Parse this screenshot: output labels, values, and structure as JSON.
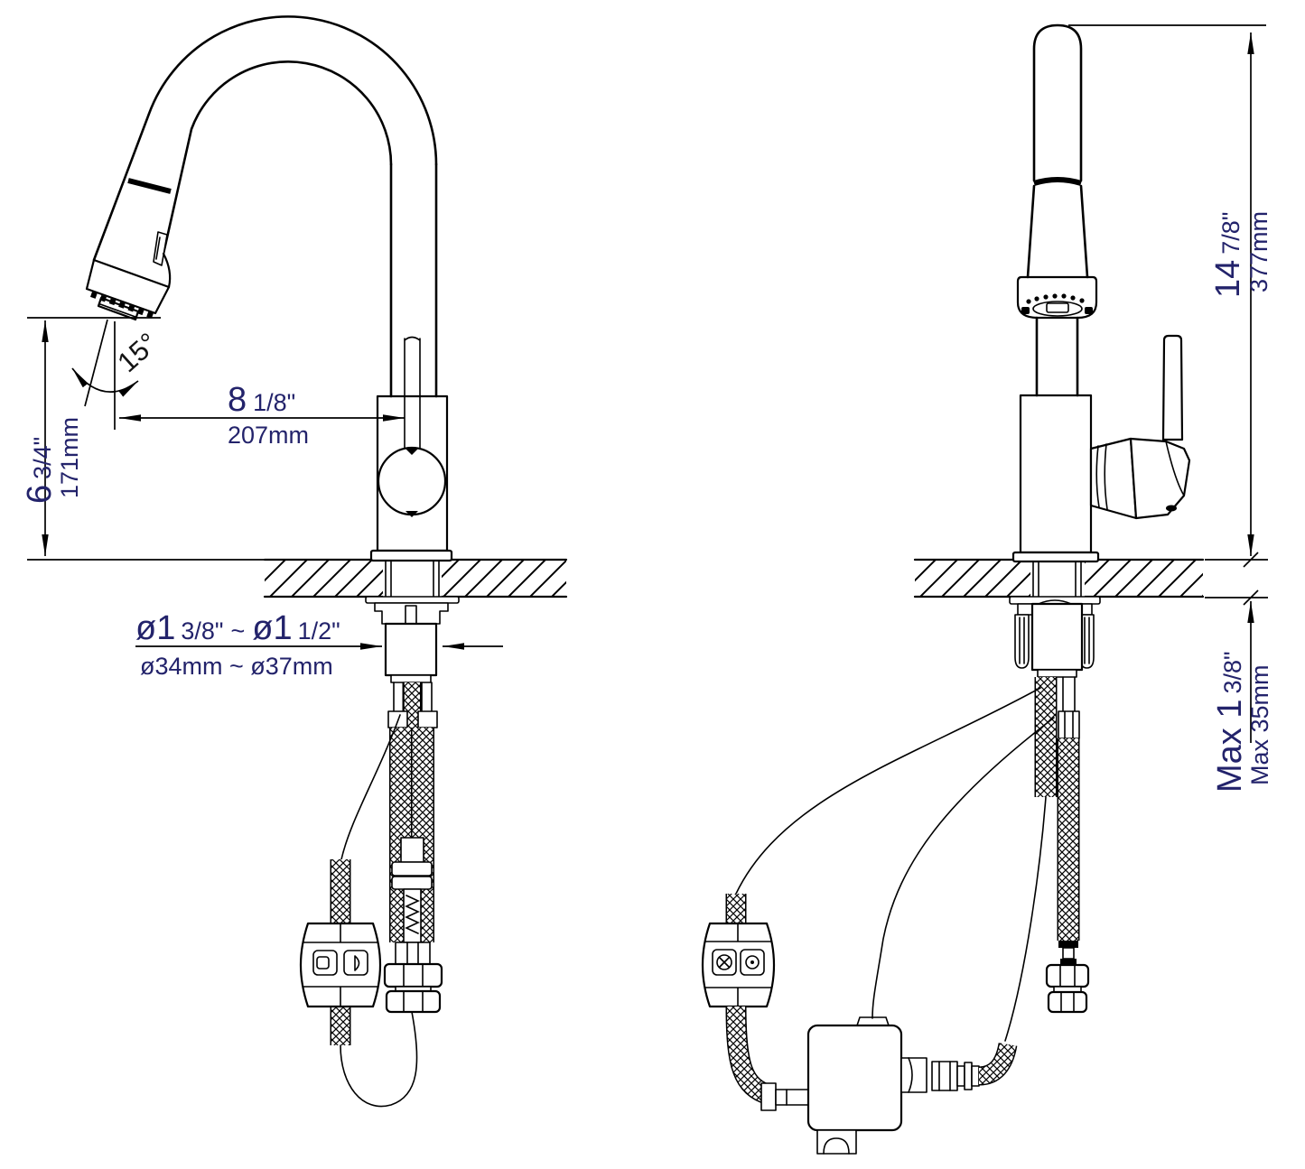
{
  "dimensions": {
    "spout_height": {
      "inches": "6",
      "fraction": "3/4\"",
      "metric": "171mm"
    },
    "spout_reach": {
      "inches": "8",
      "fraction": "1/8\"",
      "metric": "207mm"
    },
    "spray_angle": {
      "value": "15°"
    },
    "mounting_hole": {
      "min_inches": "ø1",
      "min_fraction": "3/8\"",
      "separator": "~",
      "max_inches": "ø1",
      "max_fraction": "1/2\"",
      "metric": "ø34mm ~ ø37mm"
    },
    "overall_height": {
      "inches": "14",
      "fraction": "7/8\"",
      "metric": "377mm"
    },
    "deck_thickness": {
      "inches": "Max 1",
      "fraction": "3/8\"",
      "metric": "Max 35mm"
    }
  },
  "colors": {
    "dimension_text": "#23236b",
    "line_color": "#000000",
    "background": "#ffffff"
  }
}
